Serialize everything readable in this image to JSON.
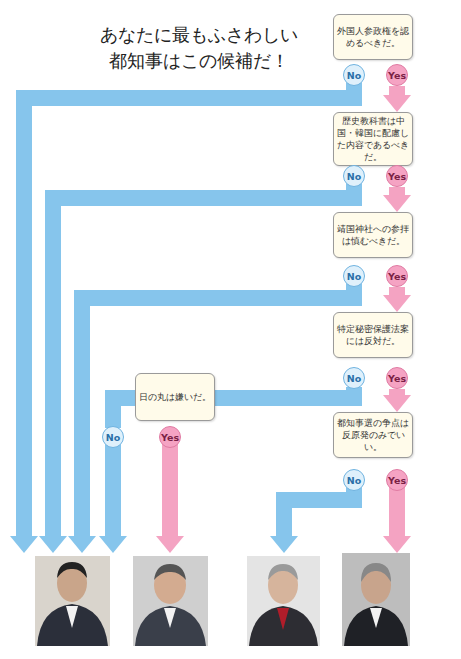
{
  "diagram": {
    "title": "あなたに最もふさわしい 都知事はこの候補だ！",
    "nodes": [
      {
        "text": [
          "外国人参政権を認めるべきだ。"
        ]
      },
      {
        "text": [
          "No"
        ]
      },
      {
        "text": [
          "Yes"
        ]
      },
      {
        "text": [
          "歴史教科書は中国・韓国に配慮した内容であるべきだ。"
        ]
      },
      {
        "text": [
          "No"
        ]
      },
      {
        "text": [
          "Yes"
        ]
      },
      {
        "text": [
          "靖国神社への参拝は慎むべきだ。"
        ]
      },
      {
        "text": [
          "No"
        ]
      },
      {
        "text": [
          "Yes"
        ]
      },
      {
        "text": [
          "特定秘密保護法案には反対だ。"
        ]
      },
      {
        "text": [
          "No"
        ]
      },
      {
        "text": [
          "Yes"
        ]
      },
      {
        "text": [
          "日の丸は嫌いだ。"
        ]
      },
      {
        "text": [
          "No"
        ]
      },
      {
        "text": [
          "Yes"
        ]
      },
      {
        "text": [
          "都知事選の争点は反原発のみでいい。"
        ]
      },
      {
        "text": [
          "No"
        ]
      },
      {
        "text": [
          "Yes"
        ]
      }
    ],
    "edges": [
      {
        "from": 2,
        "to": 3,
        "arrow": "to"
      },
      {
        "from": 5,
        "to": 6,
        "arrow": "to"
      },
      {
        "from": 8,
        "to": 9,
        "arrow": "to"
      },
      {
        "from": 11,
        "to": 15,
        "arrow": "to"
      },
      {
        "from": 10,
        "to": 12,
        "arrow": "none"
      },
      {
        "from": 12,
        "to": 13,
        "arrow": "none"
      }
    ]
  }
}
